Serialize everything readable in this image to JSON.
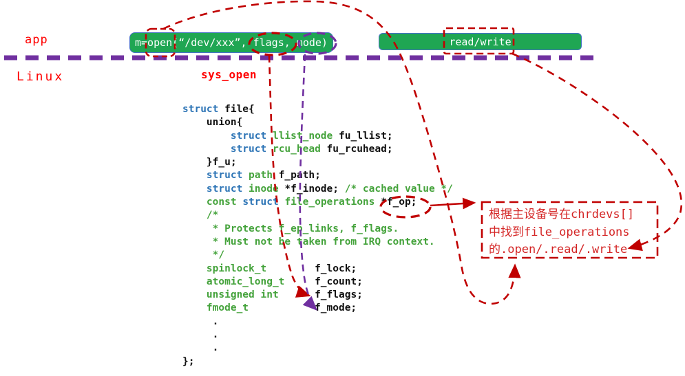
{
  "labels": {
    "app": "app",
    "linux": "Linux",
    "sys_open": "sys_open"
  },
  "boxes": {
    "open_call": "m=open(“/dev/xxx”, flags, mode)",
    "read_write": "read/write"
  },
  "annotation_note": {
    "lines": [
      "根据主设备号在chrdevs[]",
      "中找到file_operations",
      "的.open/.read/.write"
    ]
  },
  "code": {
    "lines": [
      [
        {
          "t": "struct",
          "c": "k"
        },
        {
          "t": " file{",
          "c": "d"
        }
      ],
      [
        {
          "t": "    union{",
          "c": "d"
        }
      ],
      [
        {
          "t": "        ",
          "c": "d"
        },
        {
          "t": "struct",
          "c": "k"
        },
        {
          "t": " ",
          "c": "d"
        },
        {
          "t": "llist_node",
          "c": "t"
        },
        {
          "t": " fu_llist;",
          "c": "d"
        }
      ],
      [
        {
          "t": "        ",
          "c": "d"
        },
        {
          "t": "struct",
          "c": "k"
        },
        {
          "t": " ",
          "c": "d"
        },
        {
          "t": "rcu_head",
          "c": "t"
        },
        {
          "t": " fu_rcuhead;",
          "c": "d"
        }
      ],
      [
        {
          "t": "    }f_u;",
          "c": "d"
        }
      ],
      [
        {
          "t": "    ",
          "c": "d"
        },
        {
          "t": "struct",
          "c": "k"
        },
        {
          "t": " ",
          "c": "d"
        },
        {
          "t": "path",
          "c": "t"
        },
        {
          "t": " f_path;",
          "c": "d"
        }
      ],
      [
        {
          "t": "    ",
          "c": "d"
        },
        {
          "t": "struct",
          "c": "k"
        },
        {
          "t": " ",
          "c": "d"
        },
        {
          "t": "inode",
          "c": "t"
        },
        {
          "t": " *f_inode; ",
          "c": "d"
        },
        {
          "t": "/* cached value */",
          "c": "c"
        }
      ],
      [
        {
          "t": "    ",
          "c": "d"
        },
        {
          "t": "const",
          "c": "t"
        },
        {
          "t": " ",
          "c": "d"
        },
        {
          "t": "struct",
          "c": "k"
        },
        {
          "t": " ",
          "c": "d"
        },
        {
          "t": "file_operations",
          "c": "t"
        },
        {
          "t": " *f_op;",
          "c": "d"
        }
      ],
      [
        {
          "t": "    /*",
          "c": "c"
        }
      ],
      [
        {
          "t": "     * Protects f_ep_links, f_flags.",
          "c": "c"
        }
      ],
      [
        {
          "t": "     * Must not be taken from IRQ context.",
          "c": "c"
        }
      ],
      [
        {
          "t": "     */",
          "c": "c"
        }
      ],
      [
        {
          "t": "    ",
          "c": "d"
        },
        {
          "t": "spinlock_t",
          "c": "t"
        },
        {
          "t": "        f_lock;",
          "c": "d"
        }
      ],
      [
        {
          "t": "    ",
          "c": "d"
        },
        {
          "t": "atomic_long_t",
          "c": "t"
        },
        {
          "t": "     f_count;",
          "c": "d"
        }
      ],
      [
        {
          "t": "    ",
          "c": "d"
        },
        {
          "t": "unsigned int",
          "c": "t"
        },
        {
          "t": "      f_flags;",
          "c": "d"
        }
      ],
      [
        {
          "t": "    ",
          "c": "d"
        },
        {
          "t": "fmode_t",
          "c": "t"
        },
        {
          "t": "           f_mode;",
          "c": "d"
        }
      ],
      [
        {
          "t": "     .",
          "c": "d"
        }
      ],
      [
        {
          "t": "     .",
          "c": "d"
        }
      ],
      [
        {
          "t": "     .",
          "c": "d"
        }
      ],
      [
        {
          "t": "};",
          "c": "d"
        }
      ]
    ]
  },
  "icons": {
    "arrowheads": "red and purple triangular arrowhead-icons on connector ends"
  },
  "colors": {
    "red_dash": "#c00000",
    "label_red": "#ff0000",
    "note_red": "#d42525",
    "purple": "#7030a0",
    "green_fill": "#1fa653",
    "box_border_blue": "#4472c4",
    "code_keyword_blue": "#2e75b6",
    "code_type_green": "#45a33c",
    "code_default": "#111111"
  }
}
